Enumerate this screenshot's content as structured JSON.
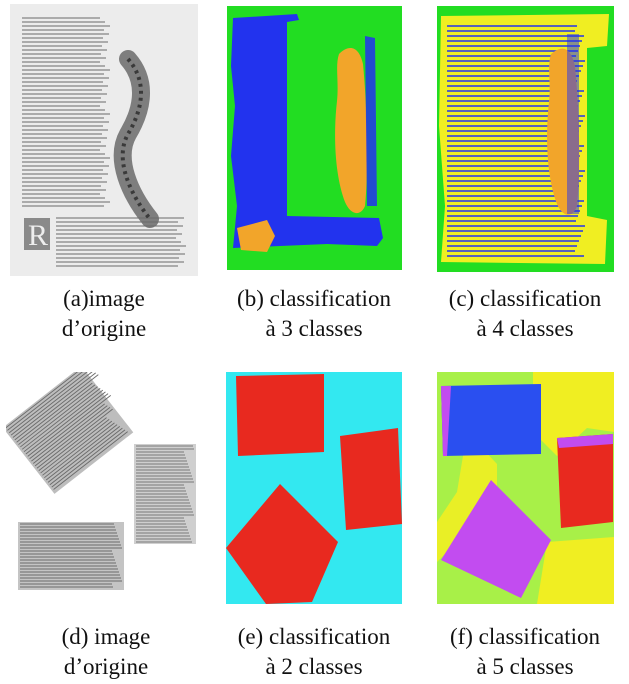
{
  "figure": {
    "panels": [
      {
        "id": "a",
        "caption_line1": "(a)image",
        "caption_line2": "d’origine"
      },
      {
        "id": "b",
        "caption_line1": "(b) classification",
        "caption_line2": "à 3 classes"
      },
      {
        "id": "c",
        "caption_line1": "(c) classification",
        "caption_line2": "à 4 classes"
      },
      {
        "id": "d",
        "caption_line1": "(d) image",
        "caption_line2": "d’origine"
      },
      {
        "id": "e",
        "caption_line1": "(e) classification",
        "caption_line2": "à 2 classes"
      },
      {
        "id": "f",
        "caption_line1": "(f) classification",
        "caption_line2": "à 5 classes"
      }
    ],
    "colors": {
      "green": "#22dd22",
      "blue": "#2233ee",
      "orange": "#f2a52a",
      "yellow": "#f0ee22",
      "cyan": "#33e8f0",
      "red": "#e8291f",
      "magenta": "#c24cf0",
      "lime": "#a8f048"
    }
  }
}
